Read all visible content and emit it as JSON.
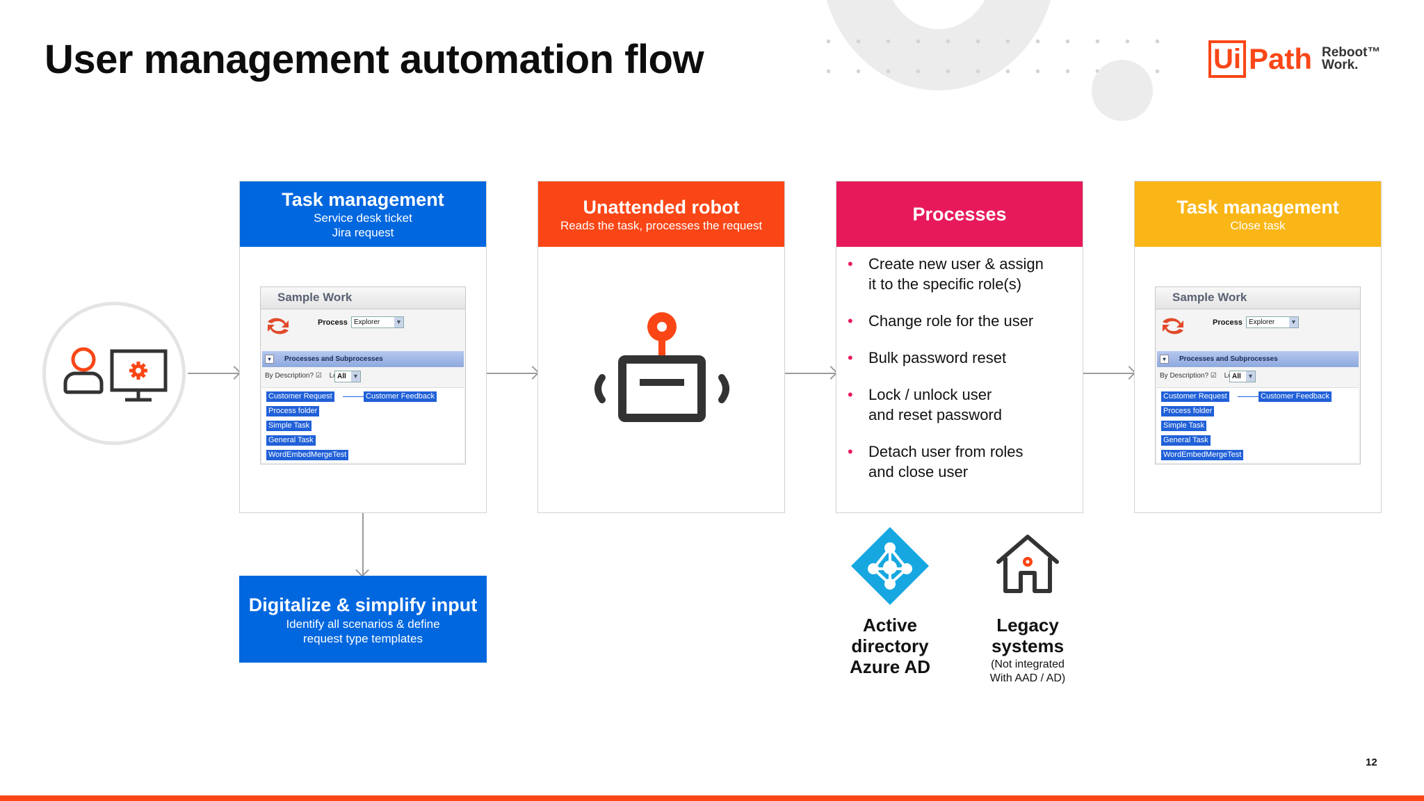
{
  "title": "User management automation flow",
  "logo": {
    "mark": "Ui",
    "name": "Path",
    "tagline_1": "Reboot™",
    "tagline_2": "Work."
  },
  "cards": [
    {
      "title": "Task management",
      "subtitle_1": "Service desk ticket",
      "subtitle_2": "Jira request",
      "color": "#0067df"
    },
    {
      "title": "Unattended robot",
      "subtitle_1": "Reads the task, processes the request",
      "color": "#fa4616"
    },
    {
      "title": "Processes",
      "color": "#e7195a"
    },
    {
      "title": "Task management",
      "subtitle_1": "Close task",
      "color": "#fab616"
    }
  ],
  "sample_work": {
    "title": "Sample Work",
    "process_label": "Process",
    "process_value": "Explorer",
    "section": "Processes and Subprocesses",
    "filter_label": "By Description?",
    "levels_label": "Levels",
    "levels_value": "All",
    "items": [
      "Customer Request",
      "Customer Feedback",
      "Process folder",
      "Simple Task",
      "General Task",
      "WordEmbedMergeTest"
    ]
  },
  "processes": [
    {
      "line_1": "Create new user & assign",
      "line_2": "it to the specific role(s)"
    },
    {
      "line_1": "Change role for the user",
      "line_2": ""
    },
    {
      "line_1": "Bulk password reset",
      "line_2": ""
    },
    {
      "line_1": "Lock / unlock user",
      "line_2": "and reset password"
    },
    {
      "line_1": "Detach user from roles",
      "line_2": "and close user"
    }
  ],
  "digitalize": {
    "title": "Digitalize & simplify input",
    "sub_1": "Identify all scenarios & define",
    "sub_2": "request type templates"
  },
  "systems": {
    "ad_1": "Active",
    "ad_2": "directory",
    "ad_3": "Azure AD",
    "legacy_1": "Legacy",
    "legacy_2": "systems",
    "legacy_note_1": "(Not integrated",
    "legacy_note_2": "With AAD / AD)"
  },
  "icons": {
    "user": "user-icon",
    "monitor": "monitor-gear-icon",
    "robot": "robot-icon",
    "azure": "azure-ad-icon",
    "house": "house-icon",
    "sample_work": "refresh-icon"
  },
  "colors": {
    "accent": "#fa4616",
    "blue": "#0067df",
    "pink": "#e7195a",
    "yellow": "#fab616"
  },
  "page_number": "12"
}
